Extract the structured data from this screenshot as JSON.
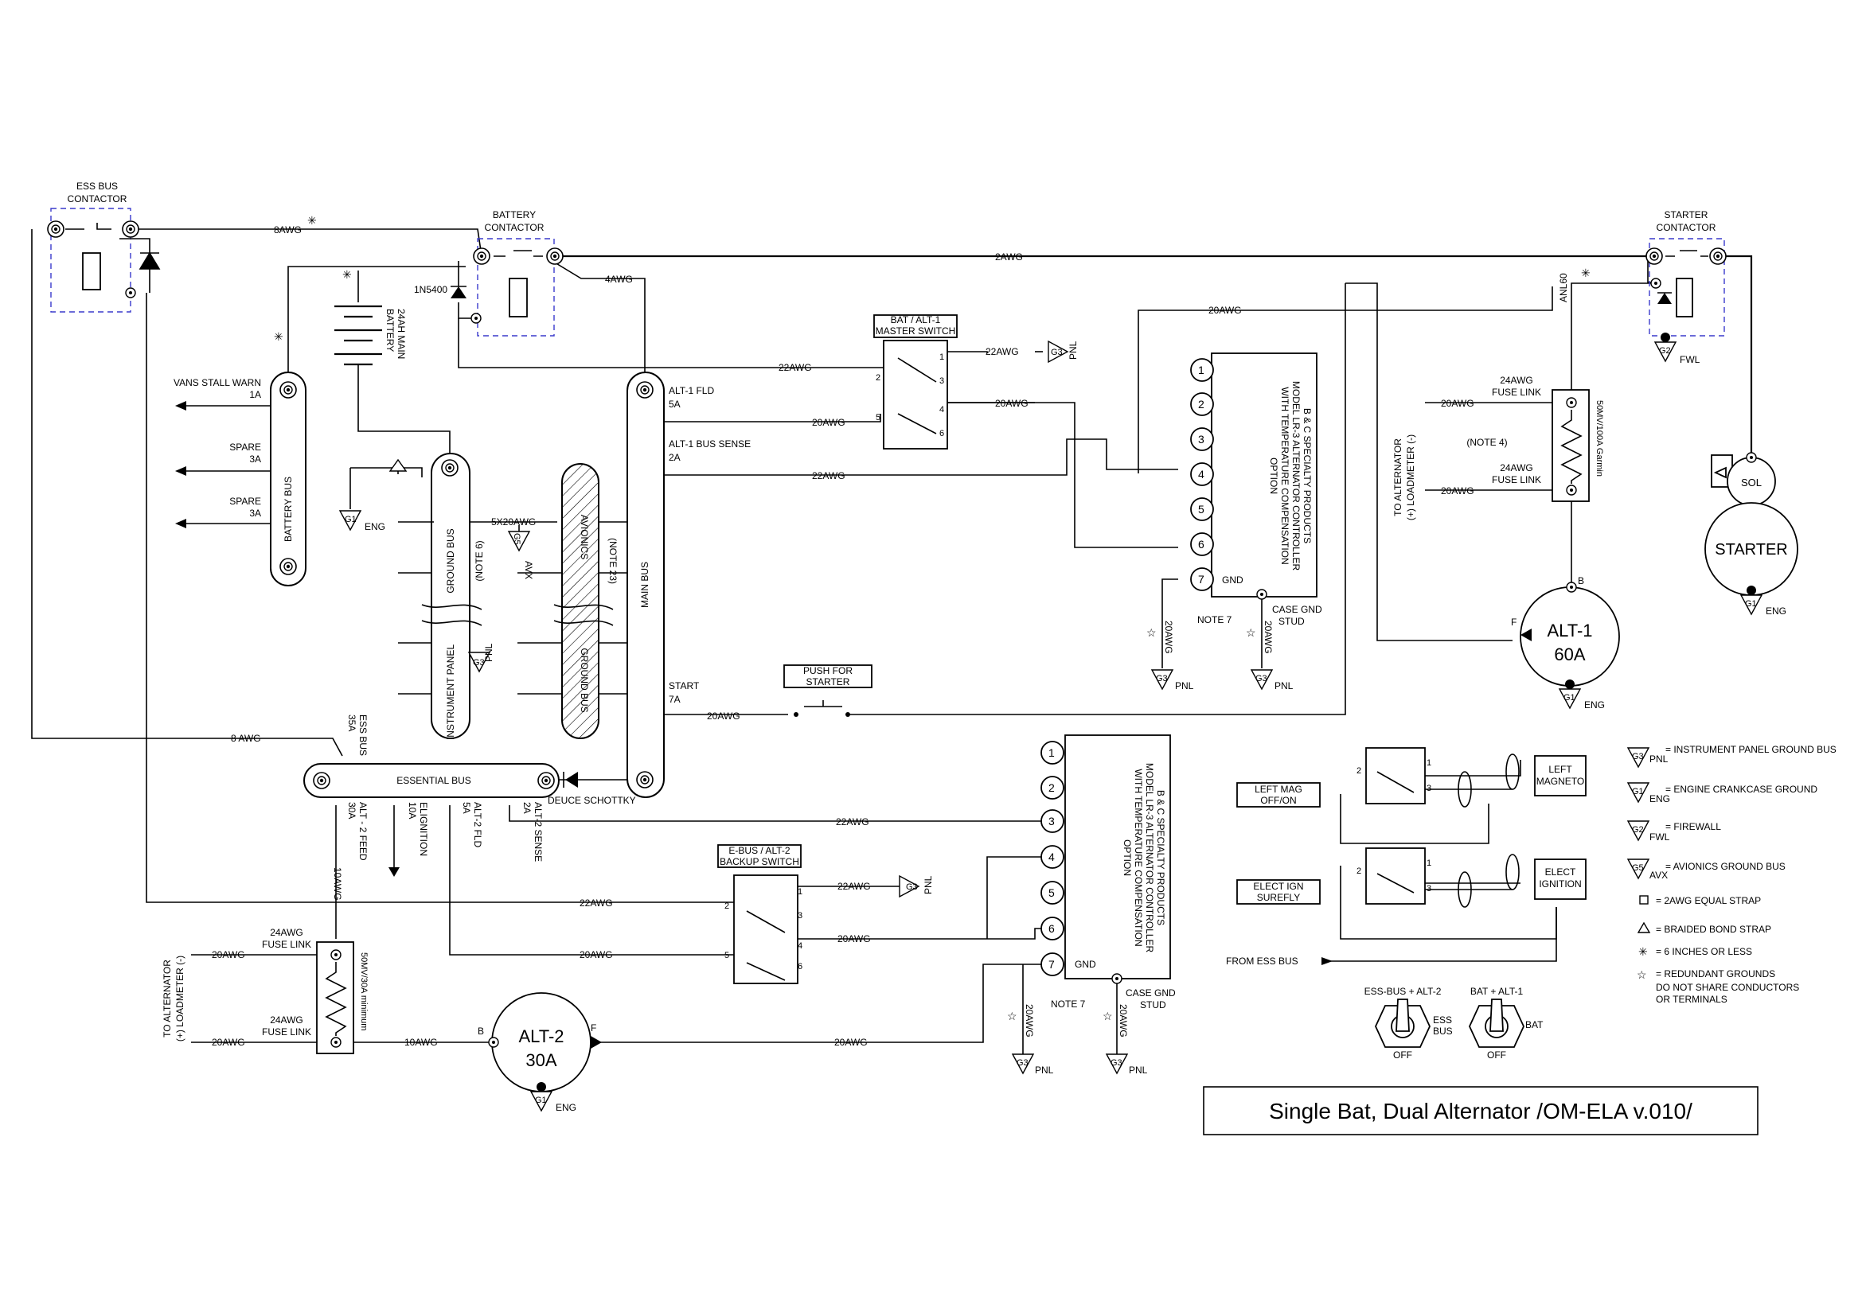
{
  "title_block": {
    "title": "Single Bat, Dual Alternator /OM-ELA v.010/"
  },
  "contactors": {
    "ess_bus": [
      "ESS BUS",
      "CONTACTOR"
    ],
    "battery": [
      "BATTERY",
      "CONTACTOR"
    ],
    "starter": [
      "STARTER",
      "CONTACTOR"
    ]
  },
  "battery": {
    "label": [
      "24AH MAIN",
      "BATTERY"
    ],
    "diode": "1N5400"
  },
  "buses": {
    "battery_bus": "BATTERY BUS",
    "ground_bus": "GROUND BUS",
    "instrument_panel": "INSTRUMENT PANEL",
    "note6": "(NOTE 6)",
    "avionics": "AVIONICS",
    "ground_bus2": "GROUND BUS",
    "note23": "(NOTE 23)",
    "main_bus": "MAIN BUS",
    "essential_bus": "ESSENTIAL BUS"
  },
  "battery_bus_taps": [
    {
      "name": "VANS STALL WARN",
      "rating": "1A"
    },
    {
      "name": "SPARE",
      "rating": "3A"
    },
    {
      "name": "SPARE",
      "rating": "3A"
    }
  ],
  "main_bus_taps": {
    "alt1_fld": [
      "ALT-1 FLD",
      "5A"
    ],
    "alt1_sense": [
      "ALT-1 BUS SENSE",
      "2A"
    ],
    "start": [
      "START",
      "7A"
    ]
  },
  "ess_bus": {
    "ess_bus_fuse": [
      "ESS BUS",
      "35A"
    ],
    "taps": [
      [
        "ALT - 2 FEED",
        "30A"
      ],
      [
        "ELIGNITION",
        "10A"
      ],
      [
        "ALT-2 FLD",
        "5A"
      ],
      [
        "ALT-2 SENSE",
        "2A"
      ]
    ],
    "diode": "DEUCE SCHOTTKY"
  },
  "switches": {
    "master": [
      "BAT / ALT-1",
      "MASTER SWITCH"
    ],
    "backup": [
      "E-BUS / ALT-2",
      "BACKUP SWITCH"
    ],
    "starter": [
      "PUSH FOR",
      "STARTER"
    ],
    "left_mag": [
      "LEFT MAG",
      "OFF/ON"
    ],
    "elect_ign": [
      "ELECT IGN",
      "SUREFLY"
    ]
  },
  "controller": {
    "lines": [
      "B & C SPECIALTY PRODUCTS",
      "MODEL LR-3 ALTERNATOR CONTROLLER",
      "WITH TEMPERATURE COMPENSATION",
      "OPTION"
    ],
    "pins": [
      "1",
      "2",
      "3",
      "4",
      "5",
      "6",
      "7"
    ],
    "gnd": "GND",
    "case_gnd": [
      "CASE GND",
      "STUD"
    ],
    "note7": "NOTE 7"
  },
  "wires": {
    "awg8": "8AWG",
    "awg8b": "8 AWG",
    "awg2": "2AWG",
    "awg4": "4AWG",
    "awg20": "20AWG",
    "awg22": "22AWG",
    "awg10": "10AWG",
    "x5": "5X20AWG",
    "anl": "ANL60"
  },
  "shunts": {
    "alt1": "50MV/100A Garmin",
    "alt2": "50MV/30A minimum",
    "fuse_link": [
      "24AWG",
      "FUSE LINK"
    ],
    "note4": "(NOTE 4)",
    "loadmeter": [
      "TO ALTERNATOR",
      "(+) LOADMETER (-)"
    ]
  },
  "alternators": {
    "alt1": {
      "name": "ALT-1",
      "rating": "60A"
    },
    "alt2": {
      "name": "ALT-2",
      "rating": "30A"
    },
    "b": "B",
    "f": "F"
  },
  "starter": {
    "sol": "SOL",
    "motor": "STARTER"
  },
  "magnetos": {
    "left": [
      "LEFT",
      "MAGNETO"
    ],
    "elect": [
      "ELECT",
      "IGNITION"
    ],
    "from_ess": "FROM ESS BUS"
  },
  "grounds": {
    "g1": "G1",
    "g2": "G2",
    "g3": "G3",
    "g5": "G5",
    "eng": "ENG",
    "pnl": "PNL",
    "fwl": "FWL",
    "avx": "AVX"
  },
  "legend": [
    {
      "sym": "G3",
      "sub": "PNL",
      "text": "= INSTRUMENT PANEL GROUND BUS"
    },
    {
      "sym": "G1",
      "sub": "ENG",
      "text": "= ENGINE CRANKCASE GROUND"
    },
    {
      "sym": "G2",
      "sub": "FWL",
      "text": "= FIREWALL"
    },
    {
      "sym": "G5",
      "sub": "AVX",
      "text": "= AVIONICS GROUND BUS"
    },
    {
      "sym": "square",
      "text": "= 2AWG EQUAL STRAP"
    },
    {
      "sym": "triangle",
      "text": "= BRAIDED BOND STRAP"
    },
    {
      "sym": "asterisk",
      "text": "= 6 INCHES OR LESS"
    },
    {
      "sym": "star",
      "text": "= REDUNDANT GROUNDS"
    }
  ],
  "legend_extra": [
    "DO NOT SHARE CONDUCTORS",
    "OR TERMINALS"
  ],
  "toggles": {
    "left": {
      "title": "ESS-BUS + ALT-2",
      "side": [
        "ESS",
        "BUS"
      ],
      "off": "OFF"
    },
    "right": {
      "title": "BAT + ALT-1",
      "side": "BAT",
      "off": "OFF"
    }
  }
}
